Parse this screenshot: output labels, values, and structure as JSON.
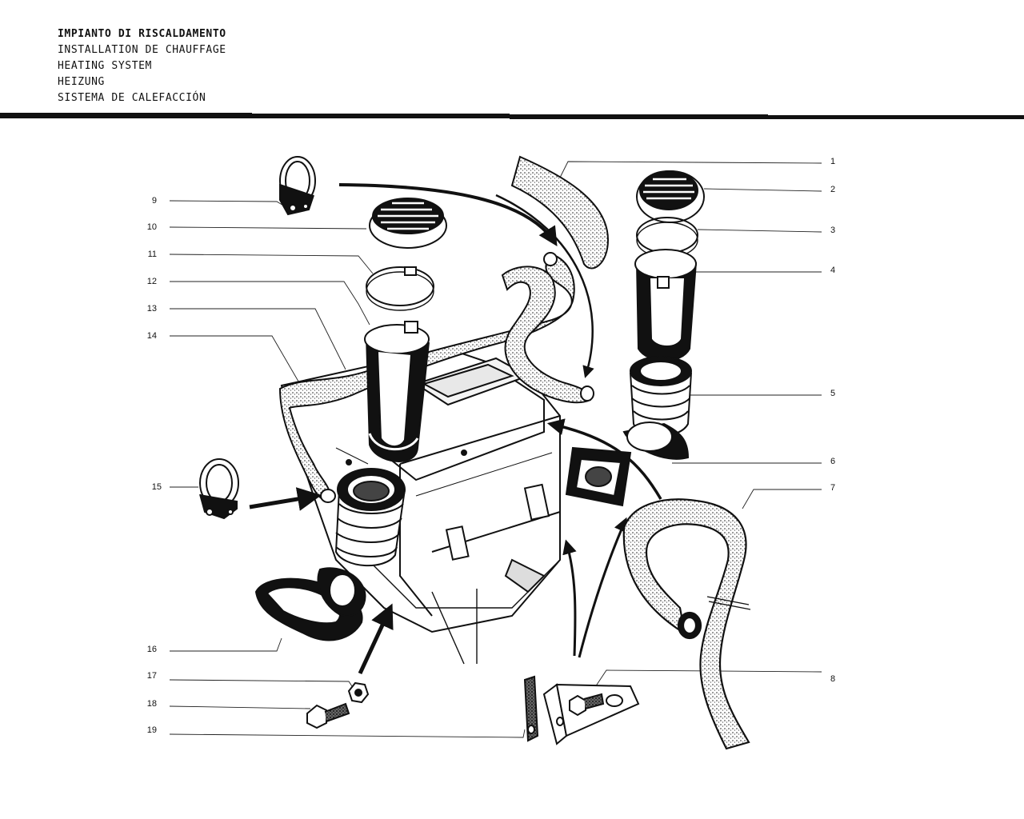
{
  "header": {
    "lines": [
      "IMPIANTO DI RISCALDAMENTO",
      "INSTALLATION DE CHAUFFAGE",
      "HEATING SYSTEM",
      "HEIZUNG",
      "SISTEMA DE CALEFACCIÓN"
    ]
  },
  "callouts": {
    "right": [
      "1",
      "2",
      "3",
      "4",
      "5",
      "6",
      "7",
      "8"
    ],
    "left": [
      "9",
      "10",
      "11",
      "12",
      "13",
      "14",
      "15",
      "16",
      "17",
      "18",
      "19"
    ]
  },
  "colors": {
    "ink": "#111111",
    "paper": "#ffffff"
  }
}
